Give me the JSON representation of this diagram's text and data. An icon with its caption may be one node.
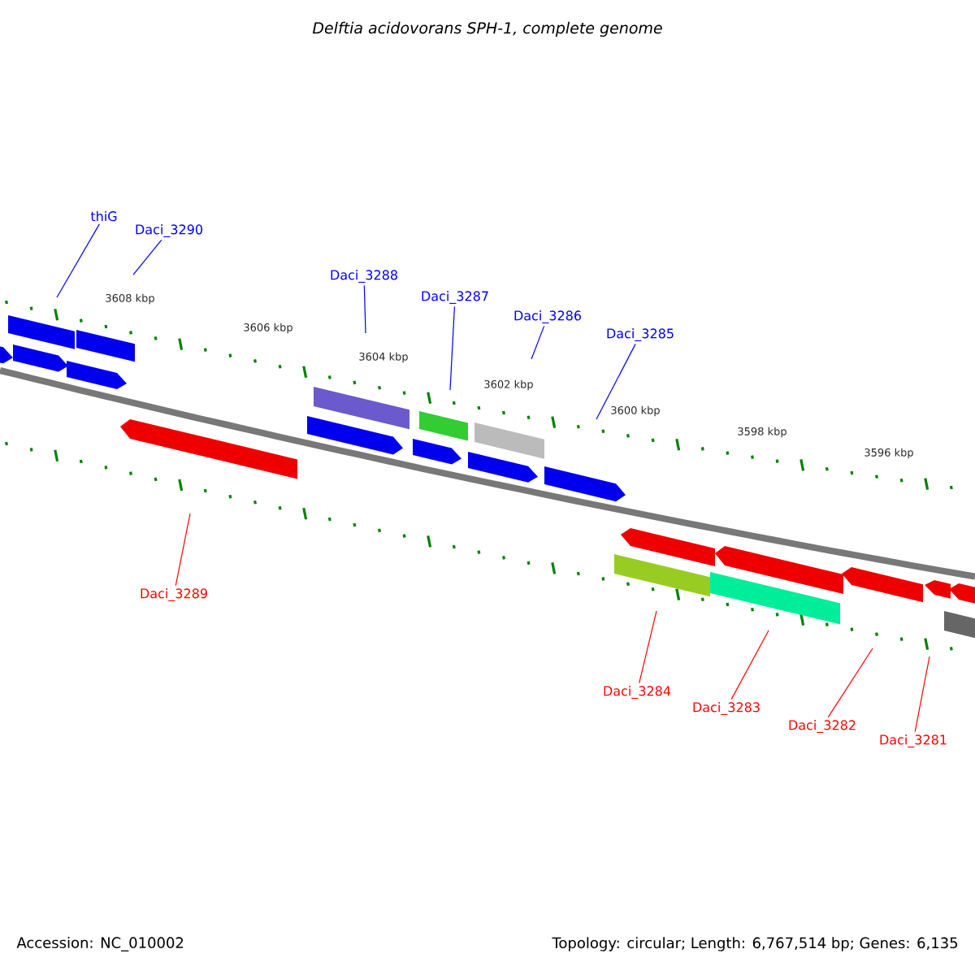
{
  "diagram": {
    "title": "Delftia acidovorans SPH-1, complete genome",
    "nodes": [
      {
        "text": [
          "thiG"
        ]
      },
      {
        "text": [
          "Daci_3290"
        ]
      },
      {
        "text": [
          "Daci_3288"
        ]
      },
      {
        "text": [
          "Daci_3287"
        ]
      },
      {
        "text": [
          "Daci_3286"
        ]
      },
      {
        "text": [
          "Daci_3285"
        ]
      },
      {
        "text": [
          "Daci_3289"
        ]
      },
      {
        "text": [
          "Daci_3284"
        ]
      },
      {
        "text": [
          "Daci_3283"
        ]
      },
      {
        "text": [
          "Daci_3282"
        ]
      },
      {
        "text": [
          "Daci_3281"
        ]
      }
    ],
    "edges": [
      {
        "from": 0,
        "to": null,
        "arrow": "none"
      },
      {
        "from": 1,
        "to": null,
        "arrow": "none"
      },
      {
        "from": 2,
        "to": null,
        "arrow": "none"
      },
      {
        "from": 3,
        "to": null,
        "arrow": "none"
      },
      {
        "from": 4,
        "to": null,
        "arrow": "none"
      },
      {
        "from": 5,
        "to": null,
        "arrow": "none"
      },
      {
        "from": 6,
        "to": null,
        "arrow": "none",
        "color": "#ff0000"
      },
      {
        "from": 7,
        "to": null,
        "arrow": "none",
        "color": "#ff0000"
      },
      {
        "from": 8,
        "to": null,
        "arrow": "none",
        "color": "#ff0000"
      },
      {
        "from": 9,
        "to": null,
        "arrow": "none",
        "color": "#ff0000"
      },
      {
        "from": 10,
        "to": null,
        "arrow": "none",
        "color": "#ff0000"
      }
    ],
    "labels": [
      "3608 kbp",
      "3606 kbp",
      "3604 kbp",
      "3602 kbp",
      "3600 kbp",
      "3598 kbp",
      "3596 kbp",
      "Accession: NC_010002",
      "Topology: circular; Length: 6,767,514 bp; Genes: 6,135"
    ]
  }
}
